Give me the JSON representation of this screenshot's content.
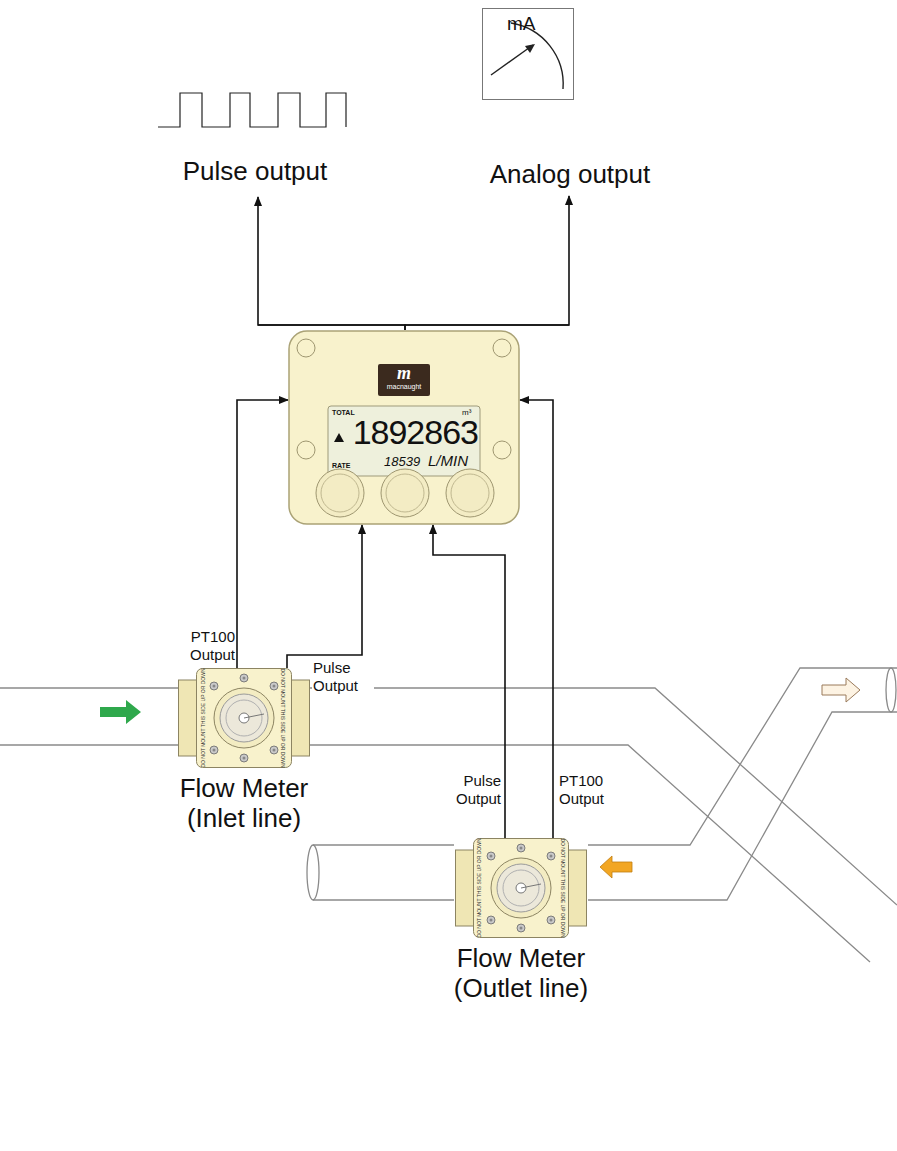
{
  "diagram": {
    "nodes": [
      {
        "text": [
          "Pulse output"
        ]
      },
      {
        "text": [
          "mA",
          "Analog output"
        ]
      },
      {
        "text": [
          "m",
          "macnaught",
          "TOTAL",
          "m³",
          "1892863",
          "RATE",
          "18539",
          "L/MIN"
        ]
      },
      {
        "text": [
          "Flow Meter (Inlet line)"
        ]
      },
      {
        "text": [
          "Flow Meter (Outlet line)"
        ]
      }
    ],
    "edges": [
      {
        "from": 2,
        "to": 0,
        "arrow": "to"
      },
      {
        "from": 2,
        "to": 1,
        "arrow": "to"
      },
      {
        "from": 3,
        "to": 2,
        "arrow": "to",
        "label": "PT100 Output"
      },
      {
        "from": 3,
        "to": 2,
        "arrow": "to",
        "label": "Pulse Output"
      },
      {
        "from": 4,
        "to": 2,
        "arrow": "to",
        "label": "Pulse Output"
      },
      {
        "from": 4,
        "to": 2,
        "arrow": "to",
        "label": "PT100 Output"
      }
    ],
    "labels": [
      "DO NOT MOUNT THIS SIDE UP OR DOWN",
      "DO NOT MOUNT THIS SIDE UP OR DOWN",
      "DO NOT MOUNT THIS SIDE UP OR DOWN",
      "DO NOT MOUNT THIS SIDE UP OR DOWN"
    ]
  }
}
